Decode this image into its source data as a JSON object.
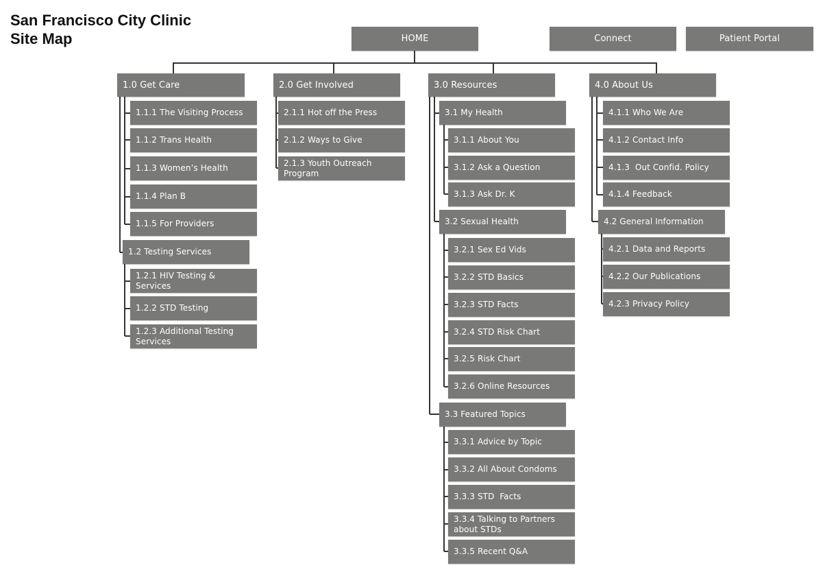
{
  "title": {
    "line1": "San Francisco City Clinic",
    "line2": "Site Map"
  },
  "top_nav": {
    "home": "HOME",
    "connect": "Connect",
    "patient_portal": "Patient Portal"
  },
  "sections": {
    "get_care": {
      "label": "1.0 Get Care",
      "visiting_process": "1.1.1 The Visiting Process",
      "trans_health": "1.1.2 Trans Health",
      "womens_health": "1.1.3 Women’s Health",
      "plan_b": "1.1.4 Plan B",
      "for_providers": "1.1.5 For Providers",
      "testing_services": "1.2 Testing Services",
      "hiv_testing": "1.2.1 HIV Testing & Services",
      "std_testing": "1.2.2 STD Testing",
      "additional_testing": "1.2.3 Additional Testing\nServices"
    },
    "get_involved": {
      "label": "2.0 Get Involved",
      "hot_off_press": "2.1.1 Hot off the Press",
      "ways_to_give": "2.1.2 Ways to Give",
      "youth_outreach": "2.1.3 Youth Outreach\nProgram"
    },
    "resources": {
      "label": "3.0 Resources",
      "my_health": "3.1 My Health",
      "about_you": "3.1.1 About You",
      "ask_question": "3.1.2 Ask a Question",
      "ask_dr_k": "3.1.3 Ask Dr. K",
      "sexual_health": "3.2 Sexual Health",
      "sex_ed_vids": "3.2.1 Sex Ed Vids",
      "std_basics": "3.2.2 STD Basics",
      "std_facts": "3.2.3 STD Facts",
      "std_risk_chart": "3.2.4 STD Risk Chart",
      "risk_chart": "3.2.5 Risk Chart",
      "online_resources": "3.2.6 Online Resources",
      "featured_topics": "3.3 Featured Topics",
      "advice_by_topic": "3.3.1 Advice by Topic",
      "all_about_condoms": "3.3.2 All About Condoms",
      "std_facts_2": "3.3.3 STD  Facts",
      "talking_to_partners": "3.3.4 Talking to Partners\nabout STDs",
      "recent_qa": "3.3.5 Recent Q&A"
    },
    "about_us": {
      "label": "4.0 About Us",
      "who_we_are": "4.1.1 Who We Are",
      "contact_info": "4.1.2 Contact Info",
      "confid_policy": "4.1.3  Out Confid. Policy",
      "feedback": "4.1.4 Feedback",
      "general_information": "4.2 General Information",
      "data_and_reports": "4.2.1 Data and Reports",
      "our_publications": "4.2.2 Our Publications",
      "privacy_policy": "4.2.3 Privacy Policy"
    }
  },
  "colors": {
    "box_fill": "#797977",
    "box_text": "#ffffff",
    "connector": "#333333"
  }
}
